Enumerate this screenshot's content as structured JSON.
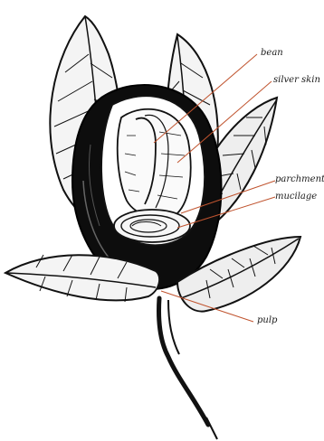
{
  "diagram": {
    "labels": {
      "bean": "bean",
      "silver_skin": "silver skin",
      "parchment": "parchment",
      "mucilage": "mucilage",
      "pulp": "pulp"
    },
    "leader_color": "#c0542f",
    "ink_color": "#111111"
  }
}
